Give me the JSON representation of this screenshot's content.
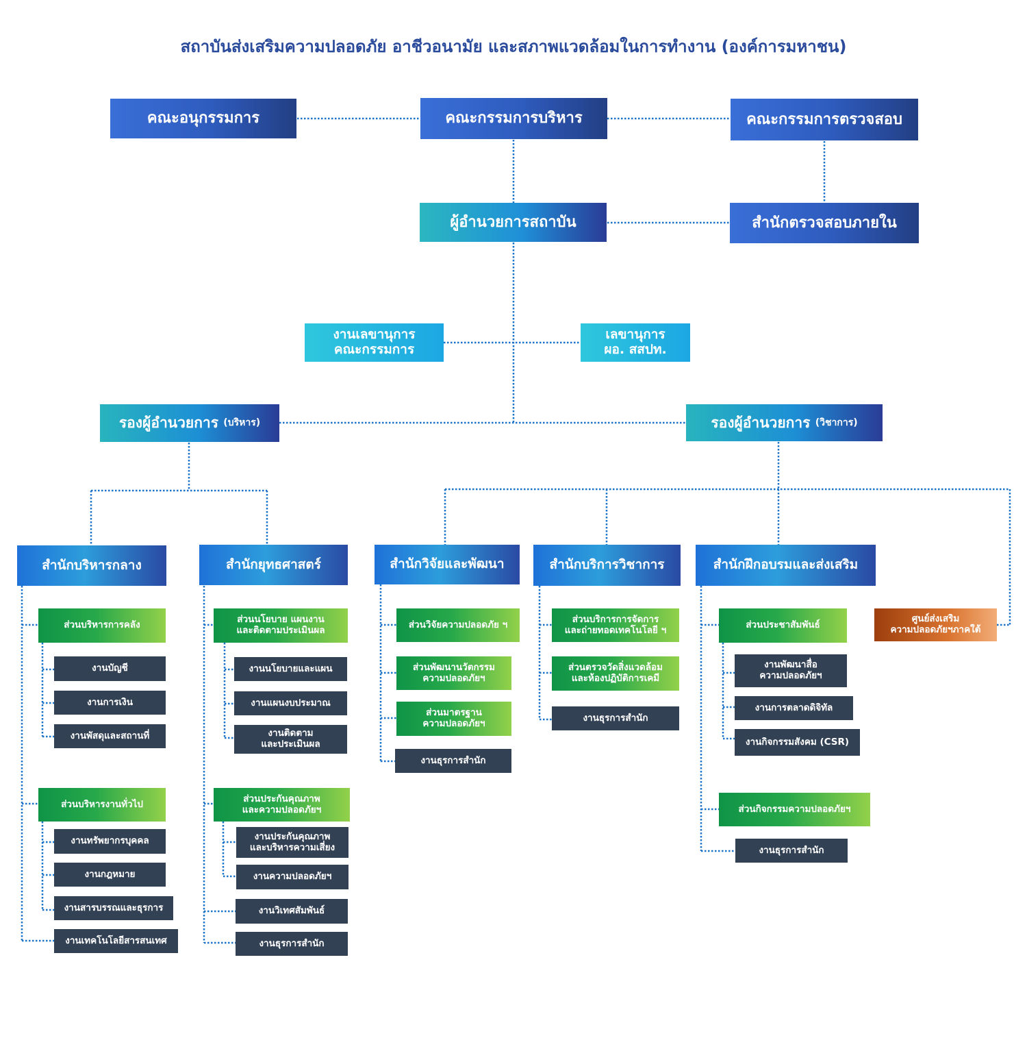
{
  "title": "สถาบันส่งเสริมความปลอดภัย อาชีวอนามัย และสภาพแวดล้อมในการทำงาน (องค์การมหาชน)",
  "top": {
    "subcommittee": "คณะอนุกรรมการ",
    "executive_board": "คณะกรรมการบริหาร",
    "audit_committee": "คณะกรรมการตรวจสอบ"
  },
  "director": "ผู้อำนวยการสถาบัน",
  "internal_audit": "สำนักตรวจสอบภายใน",
  "secretary_committee": "งานเลขานุการ\nคณะกรรมการ",
  "secretary_director": "เลขานุการ\nผอ. สสปท.",
  "deputy_admin": {
    "name": "รองผู้อำนวยการ",
    "suffix": "(บริหาร)"
  },
  "deputy_academic": {
    "name": "รองผู้อำนวยการ",
    "suffix": "(วิชาการ)"
  },
  "offices": {
    "central_admin": {
      "name": "สำนักบริหารกลาง",
      "finance": {
        "name": "ส่วนบริหารการคลัง",
        "tasks": [
          "งานบัญชี",
          "งานการเงิน",
          "งานพัสดุและสถานที่"
        ]
      },
      "general": {
        "name": "ส่วนบริหารงานทั่วไป",
        "tasks": [
          "งานทรัพยากรบุคคล",
          "งานกฎหมาย",
          "งานสารบรรณและธุรการ"
        ]
      },
      "it": "งานเทคโนโลยีสารสนเทศ"
    },
    "strategy": {
      "name": "สำนักยุทธศาสตร์",
      "policy": {
        "name": "ส่วนนโยบาย แผนงาน\nและติดตามประเมินผล",
        "tasks": [
          "งานนโยบายและแผน",
          "งานแผนงบประมาณ",
          "งานติดตาม\nและประเมินผล"
        ]
      },
      "quality": {
        "name": "ส่วนประกันคุณภาพ\nและความปลอดภัยฯ",
        "tasks": [
          "งานประกันคุณภาพ\nและบริหารความเสี่ยง",
          "งานความปลอดภัยฯ"
        ]
      },
      "foreign": "งานวิเทศสัมพันธ์",
      "admin": "งานธุรการสำนัก"
    },
    "research": {
      "name": "สำนักวิจัยและพัฒนา",
      "units": [
        "ส่วนวิจัยความปลอดภัย ฯ",
        "ส่วนพัฒนานวัตกรรม\nความปลอดภัยฯ",
        "ส่วนมาตรฐาน\nความปลอดภัยฯ"
      ],
      "admin": "งานธุรการสำนัก"
    },
    "academic_service": {
      "name": "สำนักบริการวิชาการ",
      "units": [
        "ส่วนบริการการจัดการ\nและถ่ายทอดเทคโนโลยี ฯ",
        "ส่วนตรวจวัดสิ่งแวดล้อม\nและห้องปฏิบัติการเคมี"
      ],
      "admin": "งานธุรการสำนัก"
    },
    "training": {
      "name": "สำนักฝึกอบรมและส่งเสริม",
      "pr": {
        "name": "ส่วนประชาสัมพันธ์",
        "tasks": [
          "งานพัฒนาสื่อ\nความปลอดภัยฯ",
          "งานการตลาดดิจิทัล",
          "งานกิจกรรมสังคม (CSR)"
        ]
      },
      "activities": "ส่วนกิจกรรมความปลอดภัยฯ",
      "admin": "งานธุรการสำนัก"
    },
    "south_center": "ศูนย์ส่งเสริม\nความปลอดภัยฯภาคใต้"
  },
  "colors": {
    "connector": "#1a73c9",
    "navy": "#2e5bbd",
    "green": "#27a84a",
    "dark": "#334155",
    "orange": "#d9732f",
    "title": "#2a4a9c"
  }
}
